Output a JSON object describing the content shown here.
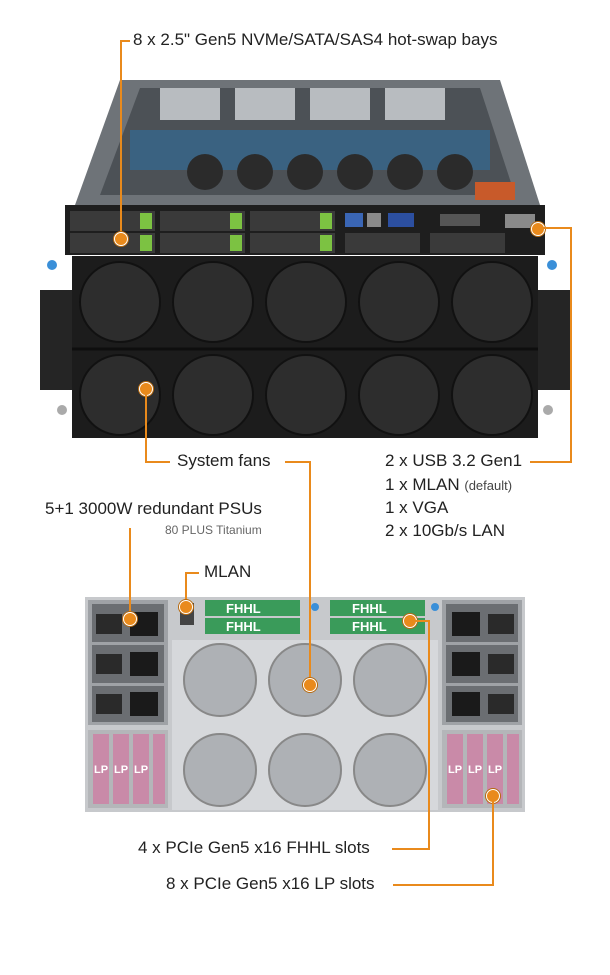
{
  "labels": {
    "bays": "8 x 2.5\" Gen5 NVMe/SATA/SAS4 hot-swap bays",
    "fans": "System fans",
    "io_usb": "2 x USB 3.2 Gen1",
    "io_mlan": "1 x MLAN",
    "io_mlan_note": "(default)",
    "io_vga": "1 x VGA",
    "io_lan": "2 x 10Gb/s LAN",
    "psu": "5+1 3000W redundant PSUs",
    "psu_note": "80 PLUS Titanium",
    "mlan": "MLAN",
    "fhhl_slots": "4 x PCIe Gen5 x16 FHHL slots",
    "lp_slots": "8 x PCIe Gen5 x16 LP slots"
  },
  "card_labels": {
    "fhhl": "FHHL",
    "lp": "LP"
  },
  "colors": {
    "callout": "#e98a1c",
    "chassis": "#2a2a2a",
    "fhhl_card": "#3a9b5a",
    "lp_card": "#c98aa8",
    "drive_latch": "#7cc242"
  }
}
